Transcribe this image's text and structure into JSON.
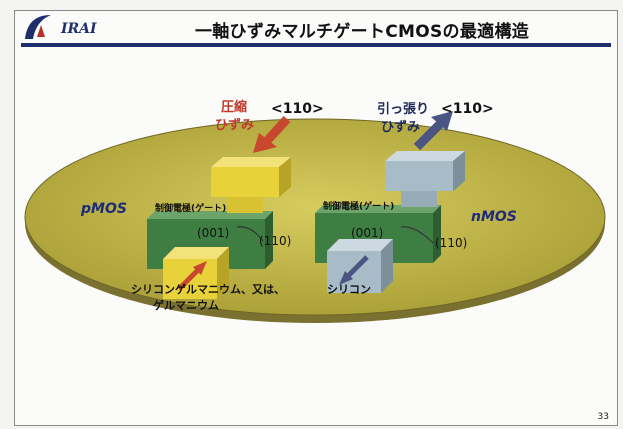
{
  "header": {
    "logo_text": "IRAI",
    "title": "一軸ひずみマルチゲートCMOSの最適構造"
  },
  "pmos": {
    "label": "pMOS",
    "strain_label_line1": "圧縮",
    "strain_label_line2": "ひずみ",
    "direction": "<110>",
    "gate_label": "制御電極(ゲート)",
    "surface_label": "(001)",
    "side_label": "(110)",
    "material_line1": "シリコンゲルマニウム、又は、",
    "material_line2": "ゲルマニウム"
  },
  "nmos": {
    "label": "nMOS",
    "strain_label_line1": "引っ張り",
    "strain_label_line2": "ひずみ",
    "direction": "<110>",
    "gate_label": "制御電極(ゲート)",
    "surface_label": "(001)",
    "side_label": "(110)",
    "material": "シリコン"
  },
  "footer": {
    "page_number": "33"
  },
  "colors": {
    "header_rule": "#1f2f6e",
    "wafer": "#bdb44a",
    "gate": "#3f7e43",
    "sige": "#e8d23a",
    "silicon": "#a8bcc8",
    "compressive_arrow": "#c8482e",
    "tensile_arrow": "#4a5582"
  }
}
